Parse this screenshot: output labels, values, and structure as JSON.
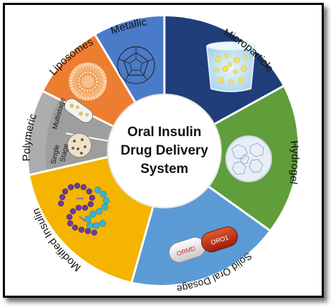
{
  "center": {
    "line1": "Oral Insulin",
    "line2": "Drug Delivery",
    "line3": "System"
  },
  "segments": {
    "metallic": {
      "label": "Metallic",
      "color": "#4a7bc8"
    },
    "microparticle": {
      "label": "Microparticle",
      "color": "#1f3e7a"
    },
    "hydrogel": {
      "label": "Hydrogel",
      "color": "#5f9e3a"
    },
    "solid_oral": {
      "label": "Solid Oral Dosage",
      "color": "#5b9bd5"
    },
    "modified_insulin": {
      "label": "Modified Insulin",
      "color": "#f4b400"
    },
    "polymeric": {
      "label": "Polymeric",
      "color": "#9e9e9e"
    },
    "liposomes": {
      "label": "Liposomes",
      "color": "#ed7d31"
    }
  },
  "polymeric_sub": {
    "multistage": "Multistage",
    "single_stage_line1": "Single",
    "single_stage_line2": "Stage"
  },
  "capsule": {
    "left_text": "ORMD",
    "right_text": "ORO1"
  }
}
